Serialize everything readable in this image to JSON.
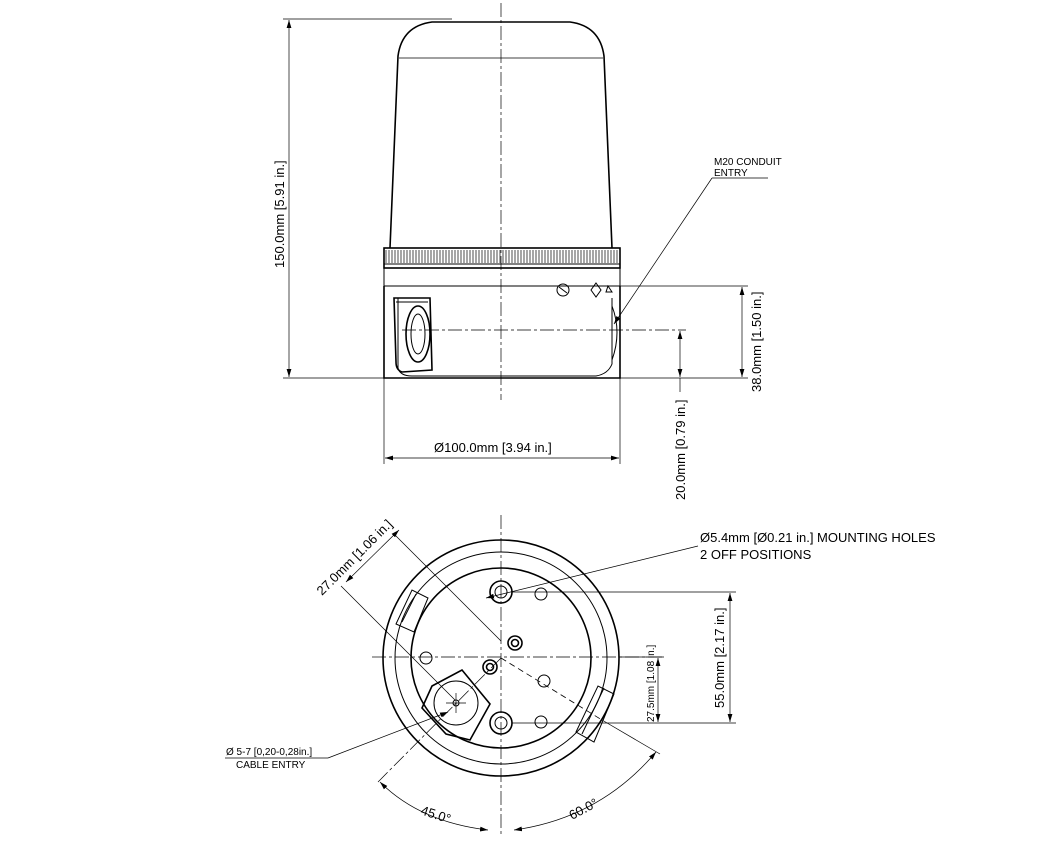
{
  "dimensions": {
    "height_total": "150.0mm [5.91 in.]",
    "base_height": "38.0mm [1.50 in.]",
    "diameter": "Ø100.0mm [3.94 in.]",
    "entry_offset": "20.0mm [0.79 in.]",
    "hole_offset": "27.0mm [1.06 in.]",
    "hole_spacing": "55.0mm [2.17 in.]",
    "half_spacing": "27.5mm [1.08 in.]",
    "angle_left": "45.0°",
    "angle_right": "60.0°"
  },
  "notes": {
    "conduit_line1": "M20 CONDUIT",
    "conduit_line2": "ENTRY",
    "holes_line1": "Ø5.4mm [Ø0.21 in.] MOUNTING HOLES",
    "holes_line2": "2 OFF POSITIONS",
    "cable_line1": "Ø 5-7 [0,20-0,28in.]",
    "cable_line2": "CABLE ENTRY"
  }
}
